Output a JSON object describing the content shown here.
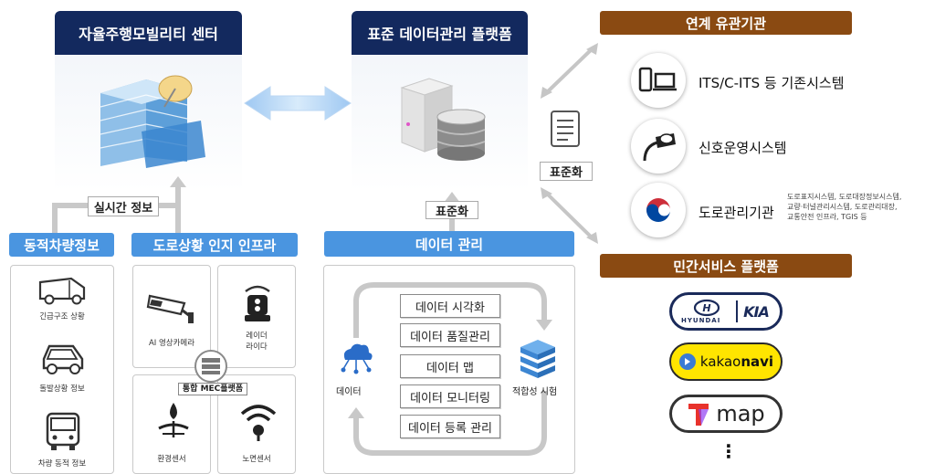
{
  "center": {
    "title": "자율주행모빌리티 센터"
  },
  "platform": {
    "title": "표준 데이터관리 플랫폼"
  },
  "agencies": {
    "title": "연계 유관기관",
    "items": [
      {
        "label": "ITS/C-ITS 등 기존시스템",
        "icon": "phone-laptop-icon"
      },
      {
        "label": "신호운영시스템",
        "icon": "traffic-signal-icon"
      },
      {
        "label": "도로관리기관",
        "icon": "taegeuk-icon",
        "note": [
          "도로표지시스템, 도로대장정보시스템,",
          "교량·터널관리시스템, 도로관리대장,",
          "교통안전 인프라, TGIS 등"
        ]
      }
    ]
  },
  "private": {
    "title": "민간서비스 플랫폼",
    "logos": [
      {
        "brand": "HYUNDAI",
        "icon": "hyundai-logo-icon"
      },
      {
        "brand": "KIA",
        "icon": "kia-logo-icon"
      },
      {
        "brand": "kakaonavi",
        "kakao": "kakao",
        "navi": "navi",
        "icon": "kakaonavi-logo-icon"
      },
      {
        "brand": "map",
        "icon": "tmap-logo-icon"
      }
    ],
    "more": "⋮"
  },
  "tags": {
    "realtime": "실시간 정보",
    "standardize_1": "표준화",
    "standardize_2": "표준화"
  },
  "vehicle": {
    "title": "동적차량정보",
    "items": [
      {
        "label": "긴급구조 상황",
        "icon": "ambulance-icon"
      },
      {
        "label": "돌발상황 정보",
        "icon": "car-icon"
      },
      {
        "label": "차량 동적 정보",
        "icon": "bus-icon"
      }
    ]
  },
  "road": {
    "title": "도로상황 인지 인프라",
    "items": [
      {
        "label": "AI 영상카메라",
        "icon": "cctv-camera-icon"
      },
      {
        "label_1": "레이더",
        "label_2": "라이다",
        "icon": "radar-lidar-icon"
      },
      {
        "label": "환경센서",
        "icon": "environment-sensor-icon"
      },
      {
        "label": "노면센서",
        "icon": "road-sensor-icon"
      }
    ],
    "mec": "통합 MEC플랫폼"
  },
  "data_mgmt": {
    "title": "데이터 관리",
    "left_label": "데이터",
    "right_label": "적합성 시험",
    "items": [
      "데이터 시각화",
      "데이터 품질관리",
      "데이터 맵",
      "데이터 모니터링",
      "데이터 등록 관리"
    ]
  },
  "colors": {
    "navy": "#13295e",
    "brown": "#8a4a12",
    "blue": "#4a95e0",
    "kakao_yellow": "#ffe500",
    "tmap_red": "#e8322c"
  }
}
